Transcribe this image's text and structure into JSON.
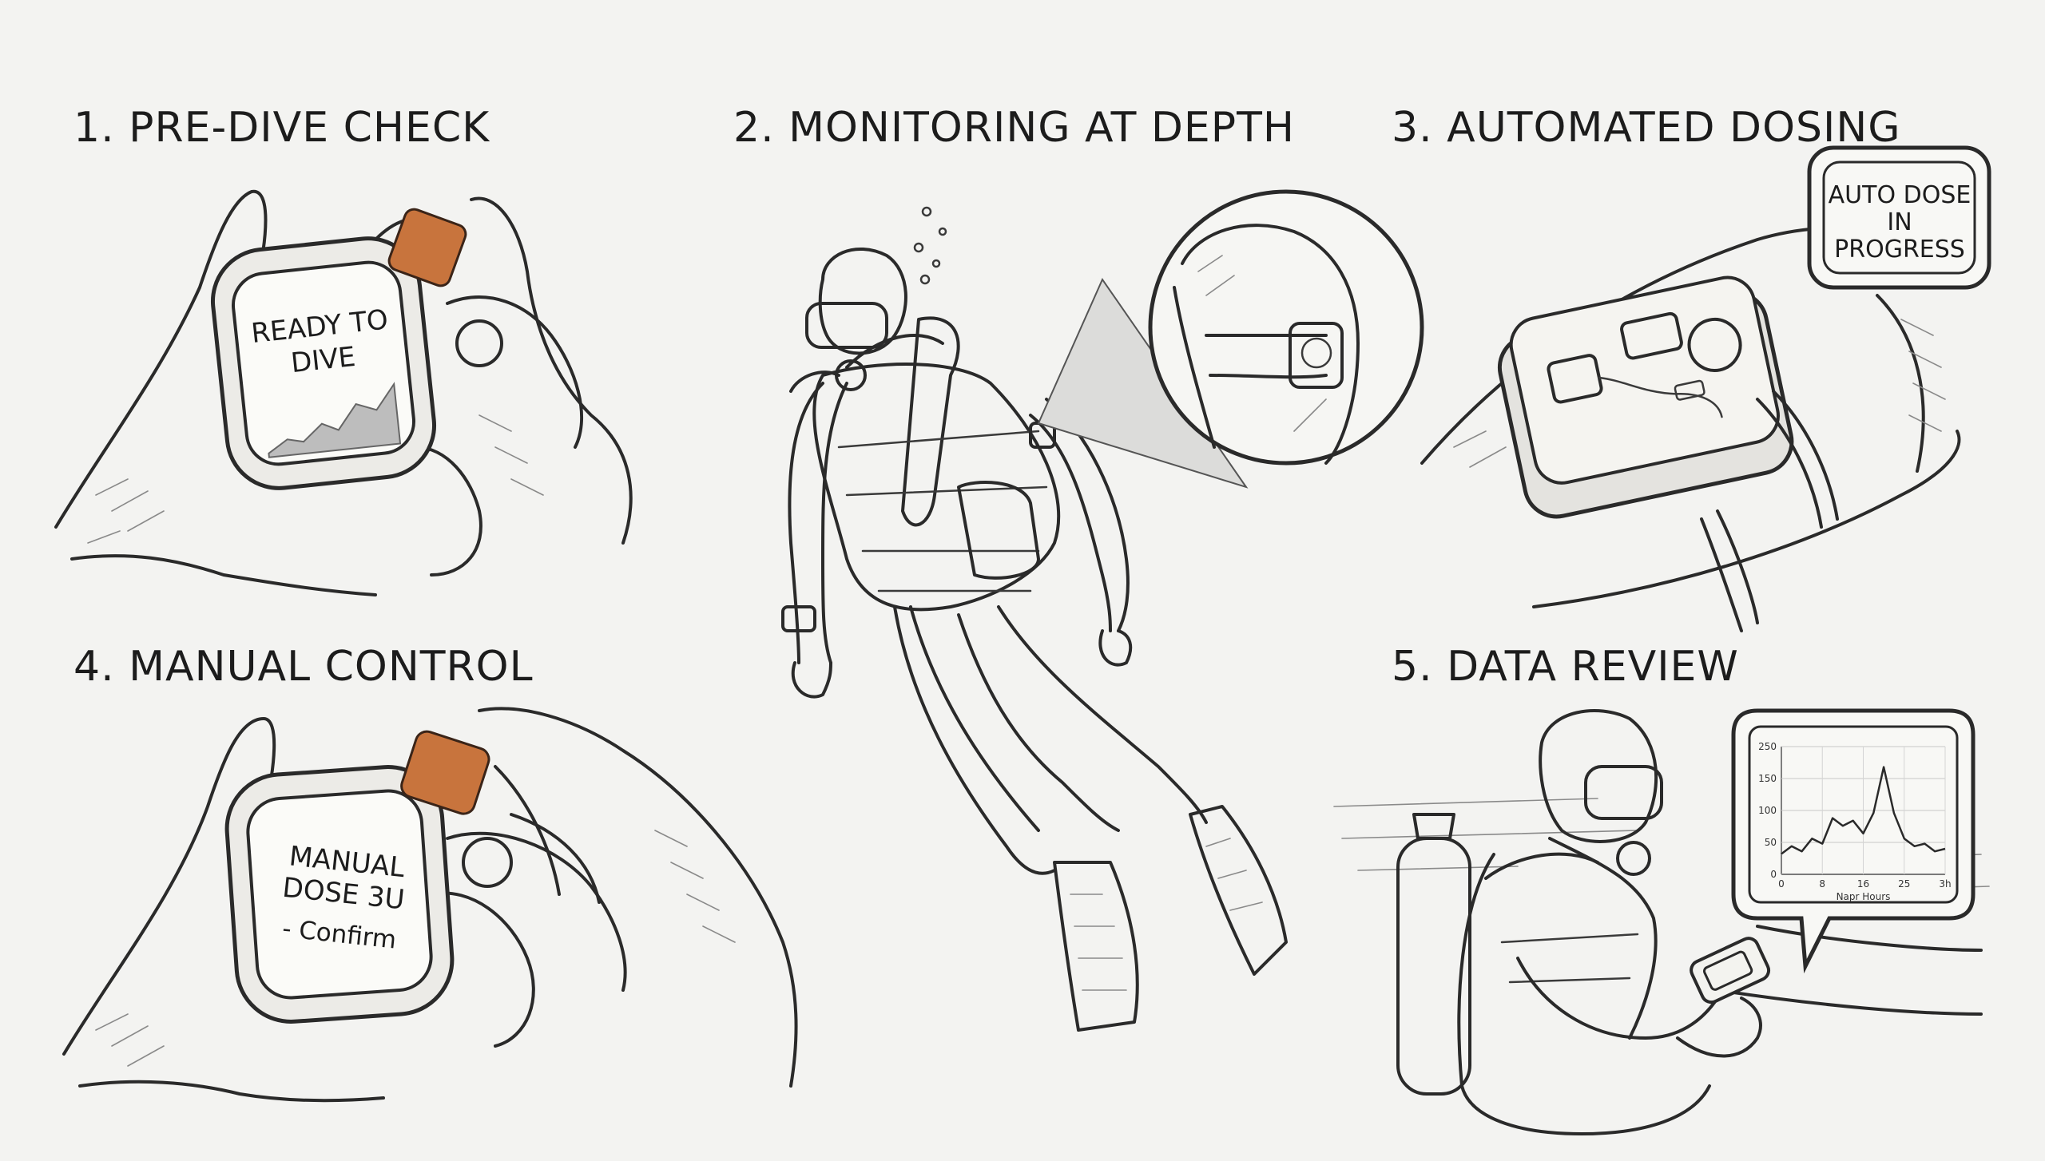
{
  "panels": [
    {
      "title": "1. PRE-DIVE CHECK",
      "screen_lines": [
        "READY TO",
        "DIVE"
      ]
    },
    {
      "title": "2. MONITORING AT DEPTH"
    },
    {
      "title": "3. AUTOMATED DOSING",
      "screen_lines": [
        "AUTO DOSE",
        "IN",
        "PROGRESS"
      ]
    },
    {
      "title": "4. MANUAL CONTROL",
      "screen_lines": [
        "MANUAL",
        "DOSE 3U",
        "- Confirm"
      ]
    },
    {
      "title": "5. DATA REVIEW"
    }
  ],
  "chart_data": {
    "type": "line",
    "xlabel": "Napr Hours",
    "ylabel": "",
    "x_ticks": [
      "0",
      "8",
      "16",
      "25",
      "3h"
    ],
    "y_ticks": [
      "250",
      "150",
      "100",
      "50",
      "0"
    ],
    "ylim": [
      0,
      250
    ],
    "x": [
      0,
      2,
      4,
      6,
      8,
      10,
      12,
      14,
      16,
      18,
      20,
      22,
      24,
      26,
      28,
      30,
      32
    ],
    "values": [
      40,
      55,
      45,
      70,
      60,
      110,
      95,
      105,
      80,
      120,
      210,
      120,
      70,
      55,
      60,
      45,
      50
    ]
  },
  "colors": {
    "background": "#f3f3f1",
    "ink": "#2a2a2a",
    "copper_crown": "#c8743d"
  }
}
